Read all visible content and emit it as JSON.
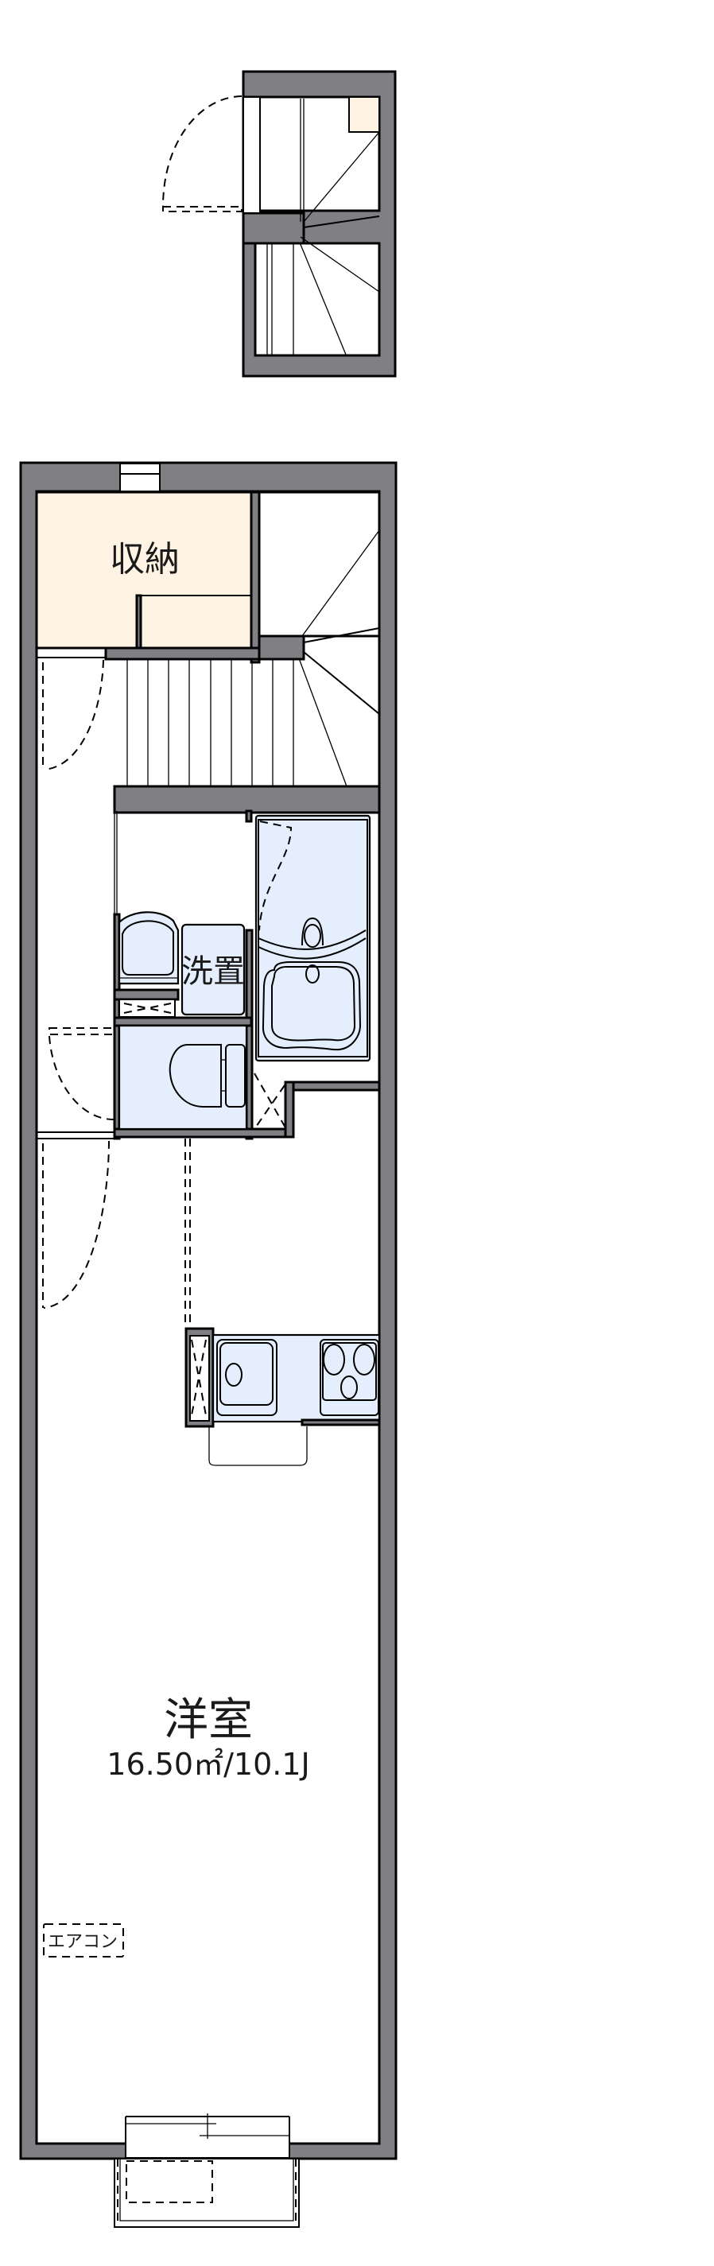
{
  "plan": {
    "type": "apartment-floor-plan",
    "colors": {
      "wall": "#808084",
      "storage_fill": "#fff4e3",
      "fixture_fill": "#e4eefc",
      "background": "#ffffff",
      "line": "#000000"
    },
    "rooms": {
      "storage": {
        "label": "収納"
      },
      "washroom": {
        "label": "洗置"
      },
      "western_room": {
        "label": "洋室",
        "area": "16.50㎡/10.1J"
      }
    },
    "annotations": {
      "aircon": "エアコン"
    }
  }
}
